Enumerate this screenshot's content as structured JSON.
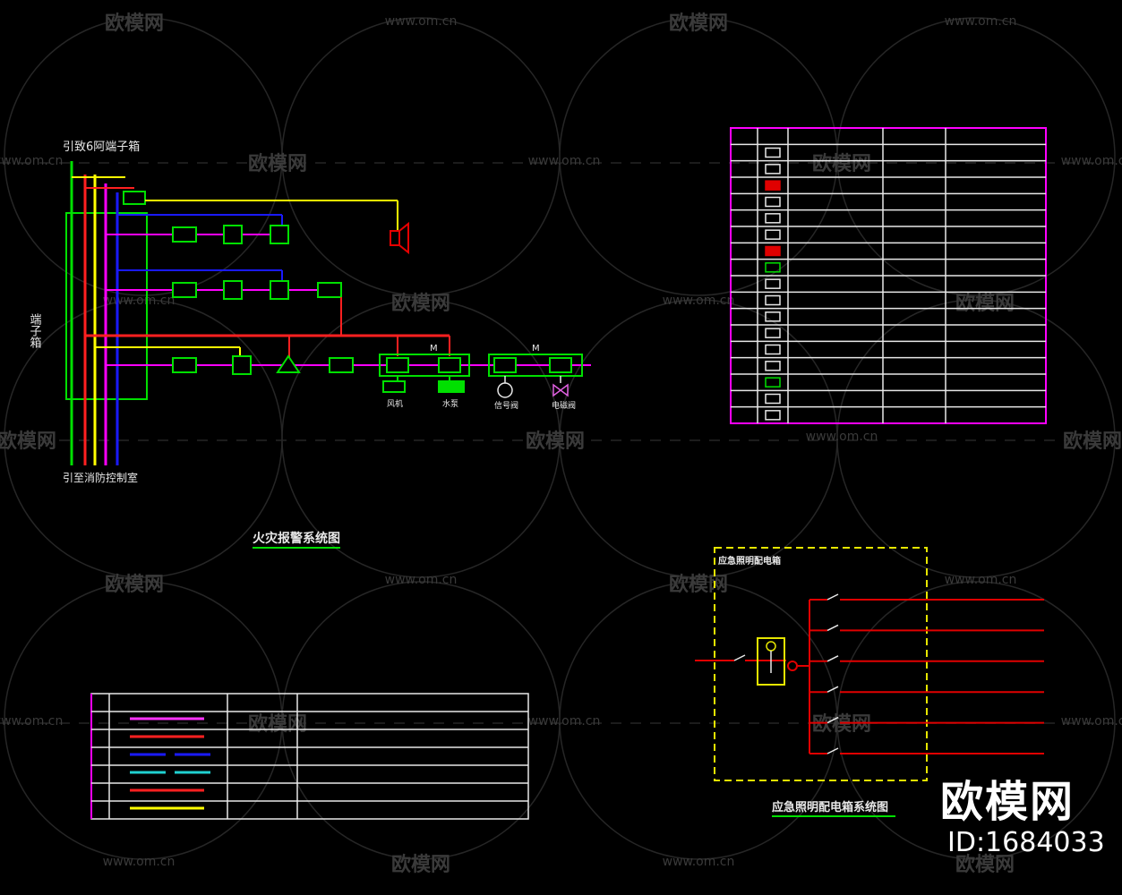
{
  "fire_alarm_diagram": {
    "title": "火灾报警系统图",
    "top_label": "引致6阿端子箱",
    "terminal_box_label": "端子箱",
    "bottom_label": "引至消防控制室",
    "device_labels": [
      "风机",
      "水泵",
      "信号阀",
      "电磁阀"
    ],
    "speaker_color": "#e60000"
  },
  "legend_table": {
    "rows": 18,
    "line_color": "#ff00ff"
  },
  "line_legend_table": {
    "rows": 7,
    "line_samples": [
      {
        "color": "#ff33ff",
        "style": "solid"
      },
      {
        "color": "#ff2020",
        "style": "solid"
      },
      {
        "color": "#1a1aff",
        "style": "dashed"
      },
      {
        "color": "#20d0d0",
        "style": "dashed"
      },
      {
        "color": "#ff2020",
        "style": "solid"
      },
      {
        "color": "#ffff00",
        "style": "solid"
      }
    ]
  },
  "emergency_panel": {
    "title": "应急照明配电箱",
    "caption": "应急照明配电箱系统图",
    "branch_count": 6
  },
  "watermark": {
    "logo_text": "欧模网",
    "url_text": "www.om.cn"
  },
  "brand": {
    "name": "欧模网",
    "id_text": "ID:1684033"
  },
  "colors": {
    "background": "#000000",
    "green": "#00e000",
    "red": "#e00000",
    "magenta": "#ff00ff",
    "blue": "#1a1aff",
    "yellow": "#ffff00",
    "white": "#e8e8e8"
  }
}
